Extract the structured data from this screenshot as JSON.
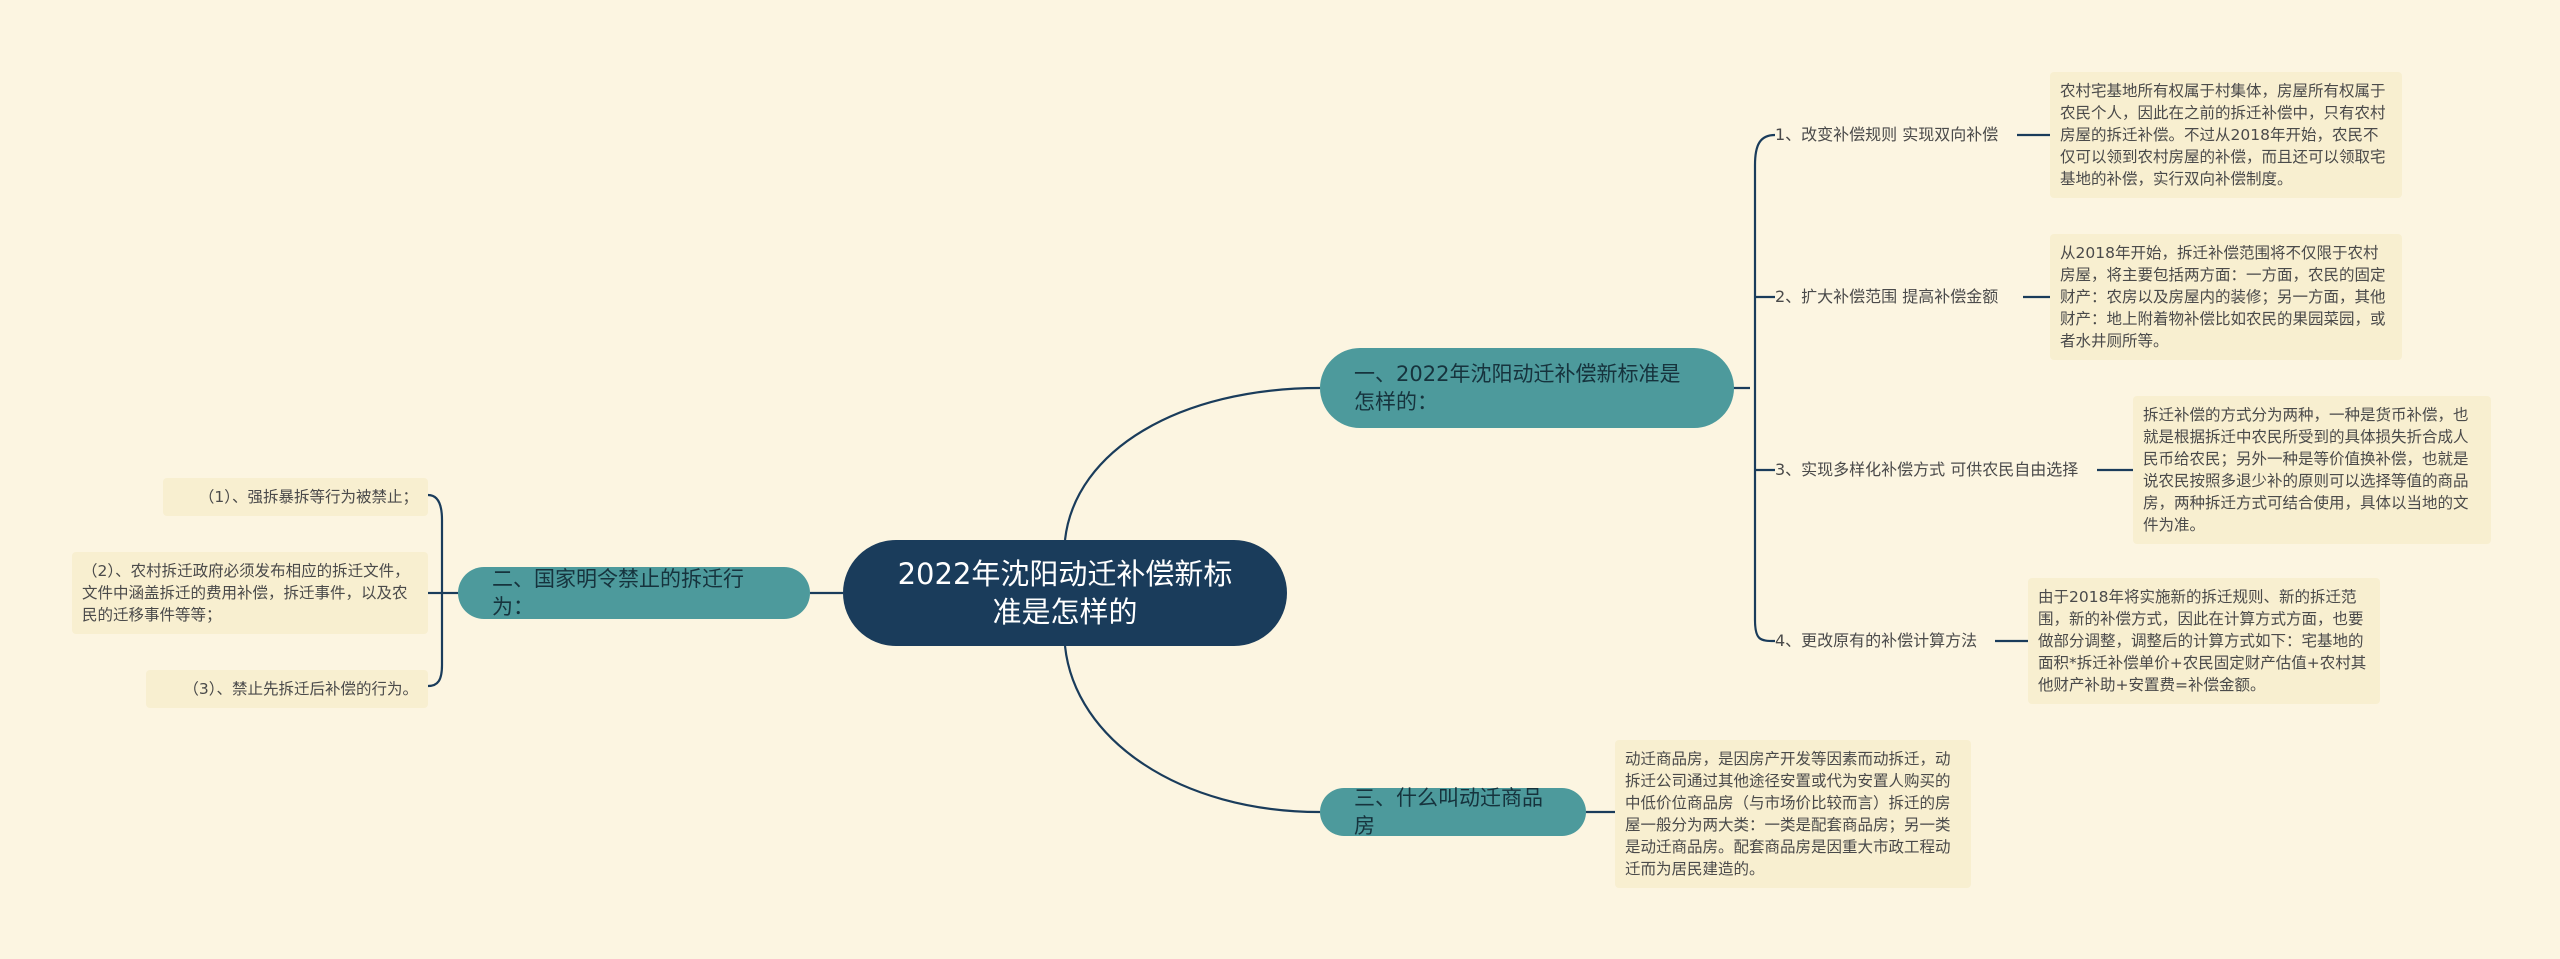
{
  "root": {
    "label": "2022年沈阳动迁补偿新标准是怎样的"
  },
  "topics": {
    "t1": {
      "label": "一、2022年沈阳动迁补偿新标准是怎样的：",
      "items": [
        {
          "label": "1、改变补偿规则 实现双向补偿",
          "detail": "农村宅基地所有权属于村集体，房屋所有权属于农民个人，因此在之前的拆迁补偿中，只有农村房屋的拆迁补偿。不过从2018年开始，农民不仅可以领到农村房屋的补偿，而且还可以领取宅基地的补偿，实行双向补偿制度。"
        },
        {
          "label": "2、扩大补偿范围 提高补偿金额",
          "detail": "从2018年开始，拆迁补偿范围将不仅限于农村房屋，将主要包括两方面：一方面，农民的固定财产：农房以及房屋内的装修；另一方面，其他财产：地上附着物补偿比如农民的果园菜园，或者水井厕所等。"
        },
        {
          "label": "3、实现多样化补偿方式 可供农民自由选择",
          "detail": "拆迁补偿的方式分为两种，一种是货币补偿，也就是根据拆迁中农民所受到的具体损失折合成人民币给农民；另外一种是等价值换补偿，也就是说农民按照多退少补的原则可以选择等值的商品房，两种拆迁方式可结合使用，具体以当地的文件为准。"
        },
        {
          "label": "4、更改原有的补偿计算方法",
          "detail": "由于2018年将实施新的拆迁规则、新的拆迁范围，新的补偿方式，因此在计算方式方面，也要做部分调整，调整后的计算方式如下：宅基地的面积*拆迁补偿单价+农民固定财产估值+农村其他财产补助+安置费=补偿金额。"
        }
      ]
    },
    "t2": {
      "label": "二、国家明令禁止的拆迁行为：",
      "items": [
        "（1）、强拆暴拆等行为被禁止；",
        "（2）、农村拆迁政府必须发布相应的拆迁文件，文件中涵盖拆迁的费用补偿，拆迁事件，以及农民的迁移事件等等；",
        "（3）、禁止先拆迁后补偿的行为。"
      ]
    },
    "t3": {
      "label": "三、什么叫动迁商品房",
      "detail": "动迁商品房，是因房产开发等因素而动拆迁，动拆迁公司通过其他途径安置或代为安置人购买的中低价位商品房（与市场价比较而言）拆迁的房屋一般分为两大类：一类是配套商品房；另一类是动迁商品房。配套商品房是因重大市政工程动迁而为居民建造的。"
    }
  },
  "colors": {
    "background": "#fcf5e1",
    "root": "#1a3c5b",
    "topic": "#4d9a9c",
    "leaf": "#f8efd0",
    "line": "#1a3c5b"
  }
}
